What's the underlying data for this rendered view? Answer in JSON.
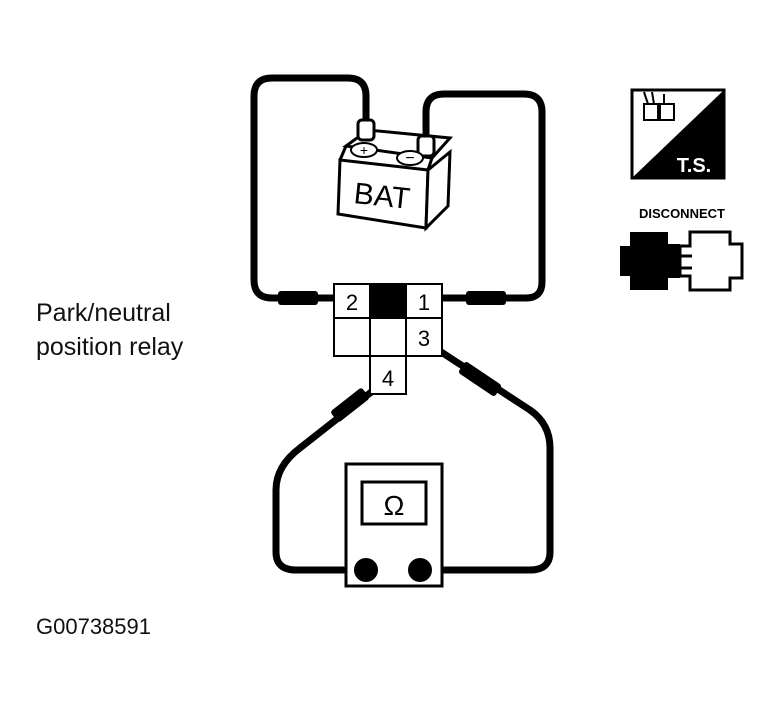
{
  "battery": {
    "label": "BAT",
    "positive": "+",
    "negative": "−"
  },
  "relay": {
    "label_line1": "Park/neutral",
    "label_line2": "position relay",
    "terminals": [
      "1",
      "2",
      "3",
      "4"
    ]
  },
  "meter": {
    "symbol": "Ω"
  },
  "icons": {
    "ts_label": "T.S.",
    "disconnect_label": "DISCONNECT"
  },
  "figure_id": "G00738591",
  "colors": {
    "ink": "#000000",
    "background": "#ffffff"
  }
}
